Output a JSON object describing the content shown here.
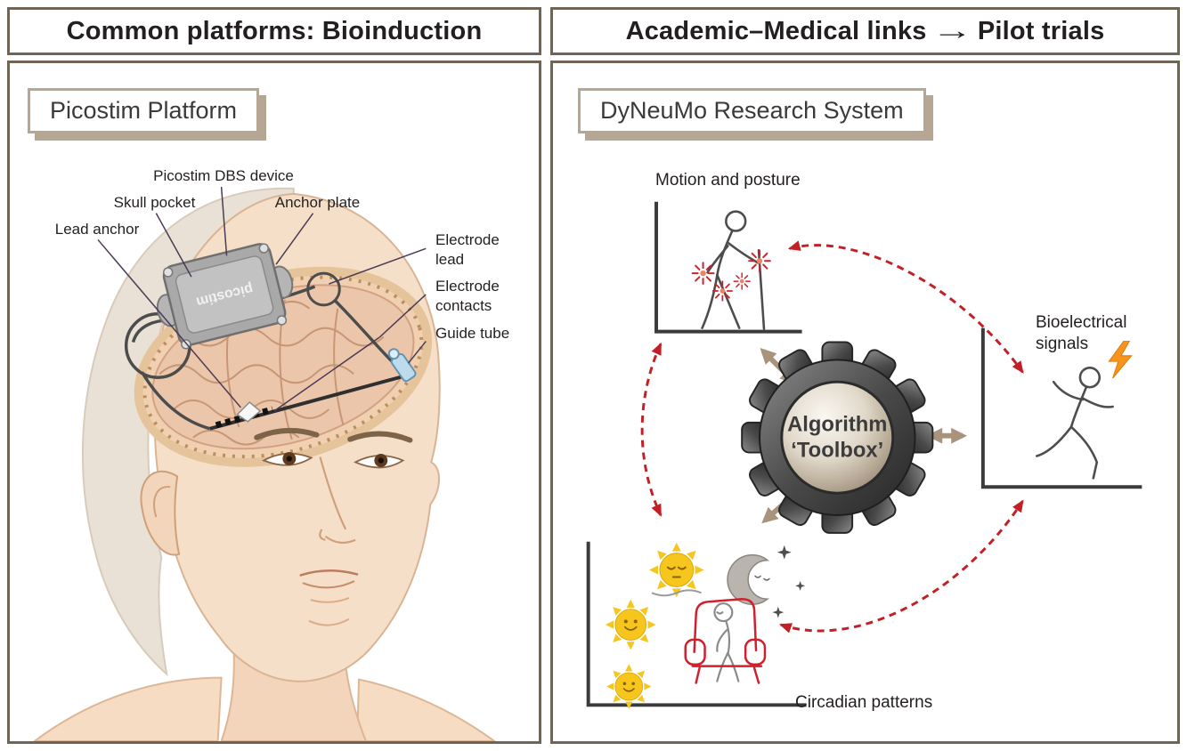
{
  "colors": {
    "frame_border": "#6e6557",
    "title_box_border": "#b6a795",
    "text_dark": "#231f20",
    "red_accent": "#c32026",
    "tan_arrow": "#a8937c",
    "lightning_orange": "#f7941d",
    "sun_yellow": "#f6c51e",
    "gear_dark": "#3f3f3f",
    "skin": "#f6dfc8",
    "brain": "#ecc6ab"
  },
  "headers": {
    "left": "Common platforms: Bioinduction",
    "right_links": "Academic–Medical links",
    "right_arrow": "→",
    "right_trials": "Pilot trials"
  },
  "picostim": {
    "title": "Picostim Platform",
    "device_text": "picostim",
    "labels": {
      "dbs_device": "Picostim DBS device",
      "skull_pocket": "Skull pocket",
      "anchor_plate": "Anchor plate",
      "lead_anchor": "Lead anchor",
      "electrode_lead": "Electrode lead",
      "electrode_contacts": "Electrode contacts",
      "guide_tube": "Guide tube"
    }
  },
  "dyneumo": {
    "title": "DyNeuMo Research System",
    "labels": {
      "motion": "Motion and posture",
      "bioelectrical": "Bioelectrical signals",
      "circadian": "Circadian patterns"
    },
    "gear": {
      "line1": "Algorithm",
      "line2": "‘Toolbox’"
    }
  }
}
